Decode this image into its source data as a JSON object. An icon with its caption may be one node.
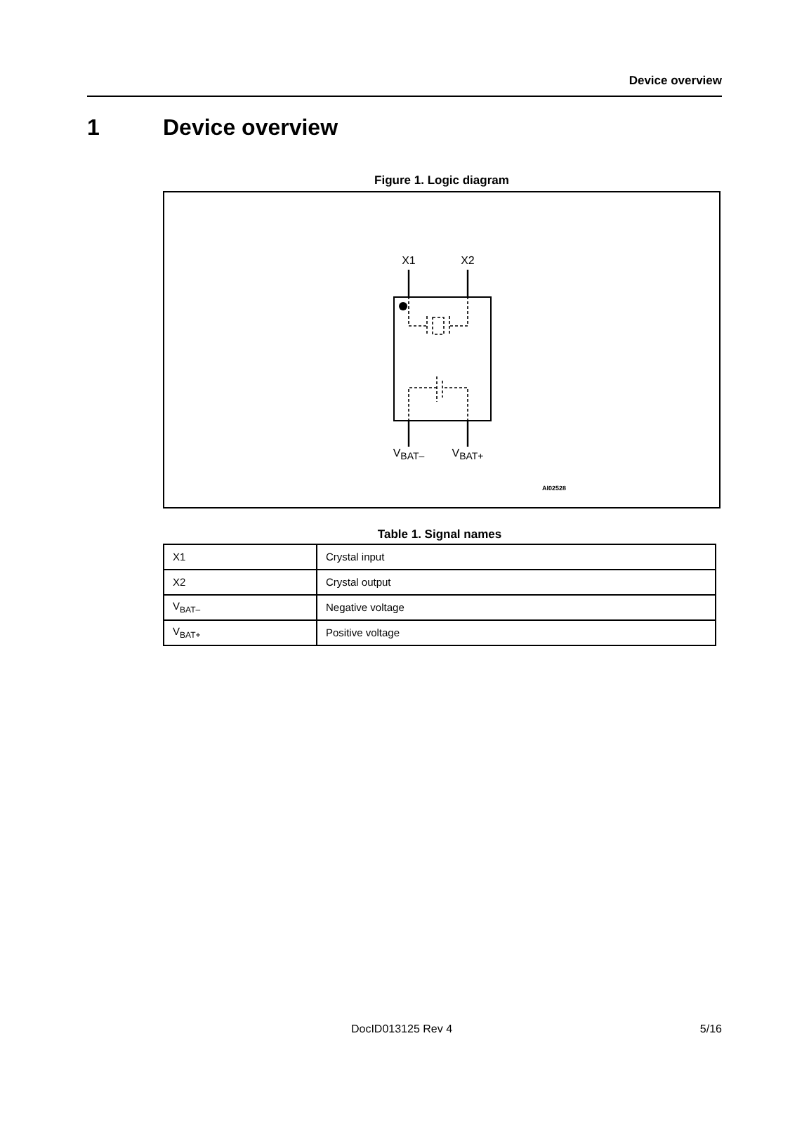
{
  "diagram": {
    "title": "Device overview",
    "caption": "Figure 1. Logic diagram",
    "nodes": [
      {
        "text": [],
        "shape": "box"
      },
      {
        "text": [
          "X1"
        ]
      },
      {
        "text": [
          "X2"
        ]
      },
      {
        "text": [
          "V$_{BAT–}$"
        ]
      },
      {
        "text": [
          "V$_{BAT+}$"
        ]
      }
    ],
    "edges": [
      {
        "from": 1,
        "to": 0,
        "arrow": "none"
      },
      {
        "from": 2,
        "to": 0,
        "arrow": "none"
      },
      {
        "from": 3,
        "to": 0,
        "arrow": "none"
      },
      {
        "from": 4,
        "to": 0,
        "arrow": "none"
      }
    ],
    "labels": [
      "Device overview",
      "1",
      "AI02528",
      "Table 1. Signal names",
      "X1",
      "Crystal input",
      "X2",
      "Crystal output",
      "V$_{BAT–}$",
      "Negative voltage",
      "V$_{BAT+}$",
      "Positive voltage",
      "DocID013125 Rev 4",
      "5/16"
    ]
  }
}
